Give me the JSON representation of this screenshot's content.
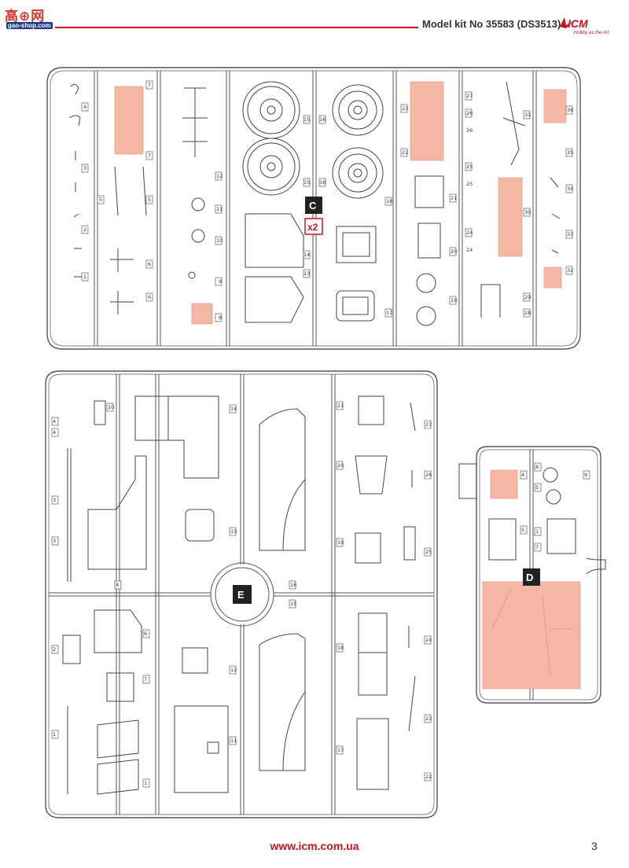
{
  "watermark": {
    "chars": "高⊕网",
    "site": "gao-shop.com"
  },
  "header": {
    "kit_number": "Model kit No 35583 (DS3513)",
    "brand": "ICM",
    "brand_tagline": "Hobby as the Art"
  },
  "sprue_c": {
    "letter": "C",
    "multiplier": "x2",
    "labels": [
      "4",
      "7",
      "7",
      "3",
      "5",
      "5",
      "2",
      "1",
      "6",
      "6",
      "12",
      "11",
      "10",
      "9",
      "8",
      "15",
      "16",
      "15",
      "16",
      "14",
      "13",
      "18",
      "17",
      "23",
      "22",
      "21",
      "20",
      "19",
      "27",
      "26",
      "26",
      "31",
      "25",
      "25",
      "24",
      "24",
      "30",
      "29",
      "28",
      "36",
      "35",
      "34",
      "33",
      "32"
    ]
  },
  "sprue_e": {
    "letter": "E",
    "labels": [
      "10",
      "4",
      "4",
      "3",
      "3",
      "8",
      "14",
      "13",
      "21",
      "27",
      "20",
      "26",
      "19",
      "25",
      "16",
      "15",
      "2",
      "6",
      "7",
      "1",
      "1",
      "12",
      "11",
      "18",
      "24",
      "17",
      "23",
      "22"
    ]
  },
  "sprue_d": {
    "letter": "D",
    "labels": [
      "4",
      "8",
      "9",
      "5",
      "5",
      "7",
      "1"
    ]
  },
  "footer": {
    "url": "www.icm.com.ua",
    "page": "3"
  }
}
